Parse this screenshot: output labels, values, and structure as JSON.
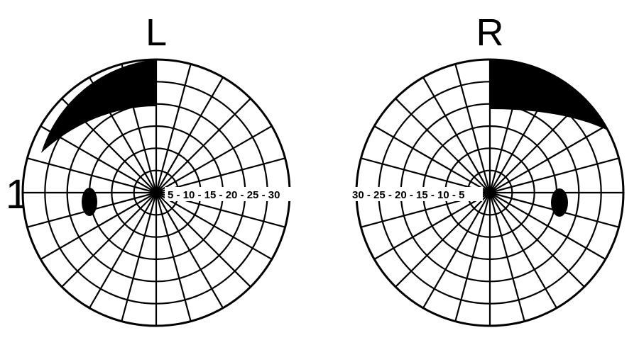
{
  "row_label": "1",
  "scale": {
    "degrees": [
      5,
      10,
      15,
      20,
      25,
      30
    ],
    "meridians": 24
  },
  "fields": [
    {
      "eye": "L",
      "title": "L",
      "scale_labels_left": "",
      "scale_labels_right": "5 - 10 - 15 - 20 - 25 - 30",
      "defect": "superior temporal quadrant field loss",
      "blind_spot": "temporal"
    },
    {
      "eye": "R",
      "title": "R",
      "scale_labels_left": "30 - 25 - 20 - 15 - 10 - 5",
      "scale_labels_right": "",
      "defect": "superior temporal quadrant field loss",
      "blind_spot": "temporal"
    }
  ]
}
